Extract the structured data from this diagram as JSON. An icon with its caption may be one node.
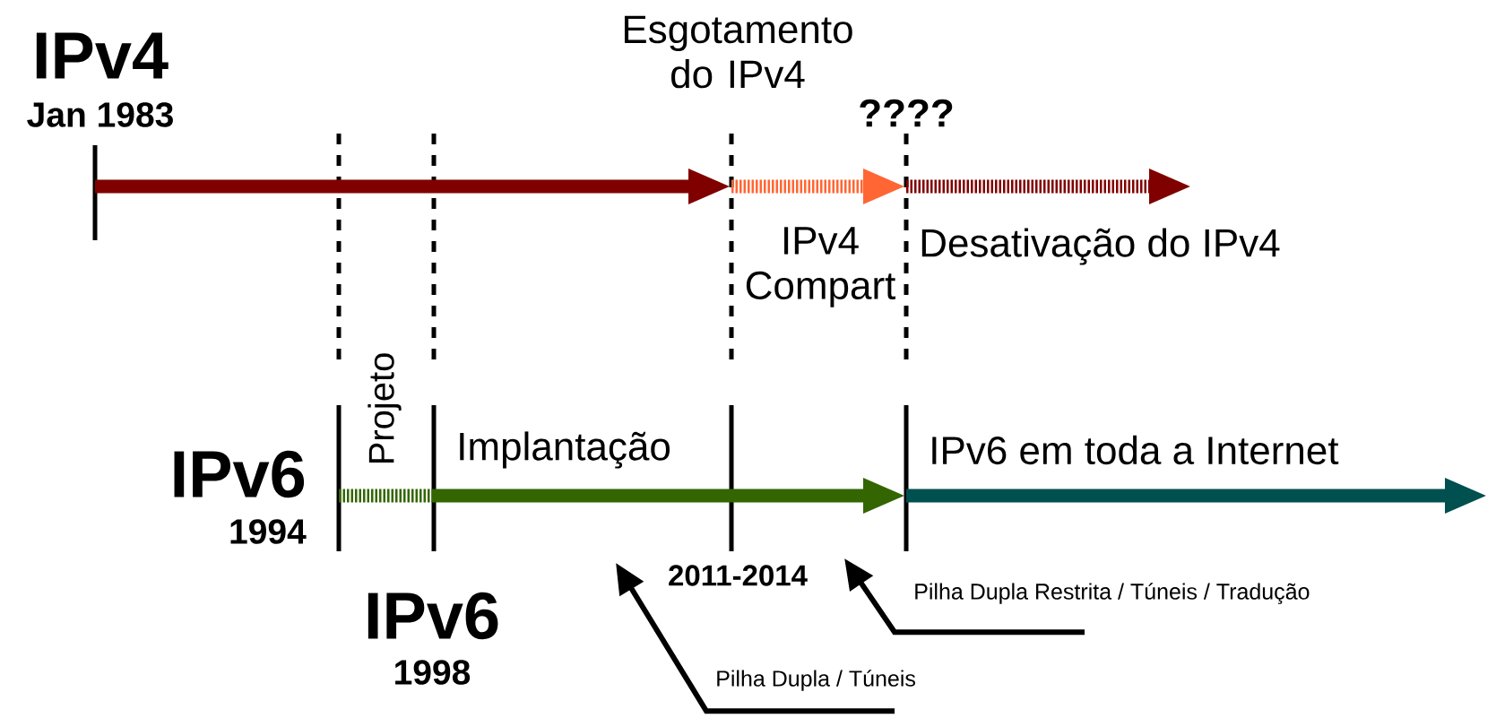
{
  "diagram": {
    "nodes": [
      {
        "text": [
          "Pilha Dupla / Túneis"
        ]
      },
      {
        "text": [
          "Pilha Dupla Restrita / Túneis / Tradução"
        ]
      }
    ],
    "edges": [
      {
        "from": 0,
        "to": null,
        "arrow": "to"
      },
      {
        "from": 1,
        "to": null,
        "arrow": "to"
      }
    ],
    "labels": [
      "IPv4",
      "Jan 1983",
      "Esgotamento do IPv4",
      "????",
      "IPv4 Compart",
      "Desativação do IPv4",
      "Projeto",
      "Implantação",
      "IPv6 em toda a Internet",
      "IPv6",
      "1994",
      "2011-2014",
      "IPv6",
      "1998"
    ]
  }
}
